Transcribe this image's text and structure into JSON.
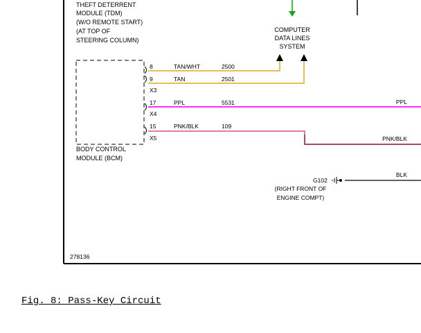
{
  "tdm_label": [
    "THEFT DETERRENT",
    "MODULE (TDM)",
    "(W/O REMOTE START)",
    "(AT TOP OF",
    "STEERING COLUMN)"
  ],
  "cdl_label": [
    "COMPUTER",
    "DATA LINES",
    "SYSTEM"
  ],
  "bcm_label": [
    "BODY CONTROL",
    "MODULE (BCM)"
  ],
  "connectors": {
    "x3": "X3",
    "x4": "X4",
    "x5": "X5"
  },
  "wires": [
    {
      "pin": "8",
      "color_name": "TAN/WHT",
      "circuit": "2500",
      "hex": "#e3a81e"
    },
    {
      "pin": "9",
      "color_name": "TAN",
      "circuit": "2501",
      "hex": "#e3a81e"
    },
    {
      "pin": "17",
      "color_name": "PPL",
      "circuit": "5531",
      "right_label": "PPL",
      "hex": "#ff2dff"
    },
    {
      "pin": "15",
      "color_name": "PNK/BLK",
      "circuit": "109",
      "right_label": "PNK/BLK",
      "hex": "#e0507a"
    }
  ],
  "ground": {
    "wire_label": "BLK",
    "id": "G102",
    "location": [
      "(RIGHT FRONT OF",
      "ENGINE COMPT)"
    ]
  },
  "figure_number": "278136",
  "caption": "Fig. 8: Pass-Key Circuit",
  "colors": {
    "tan": "#e3a81e",
    "purple": "#ff2dff",
    "pink": "#e0507a",
    "dark_red": "#8a1030",
    "green": "#11a811",
    "black": "#000000"
  }
}
